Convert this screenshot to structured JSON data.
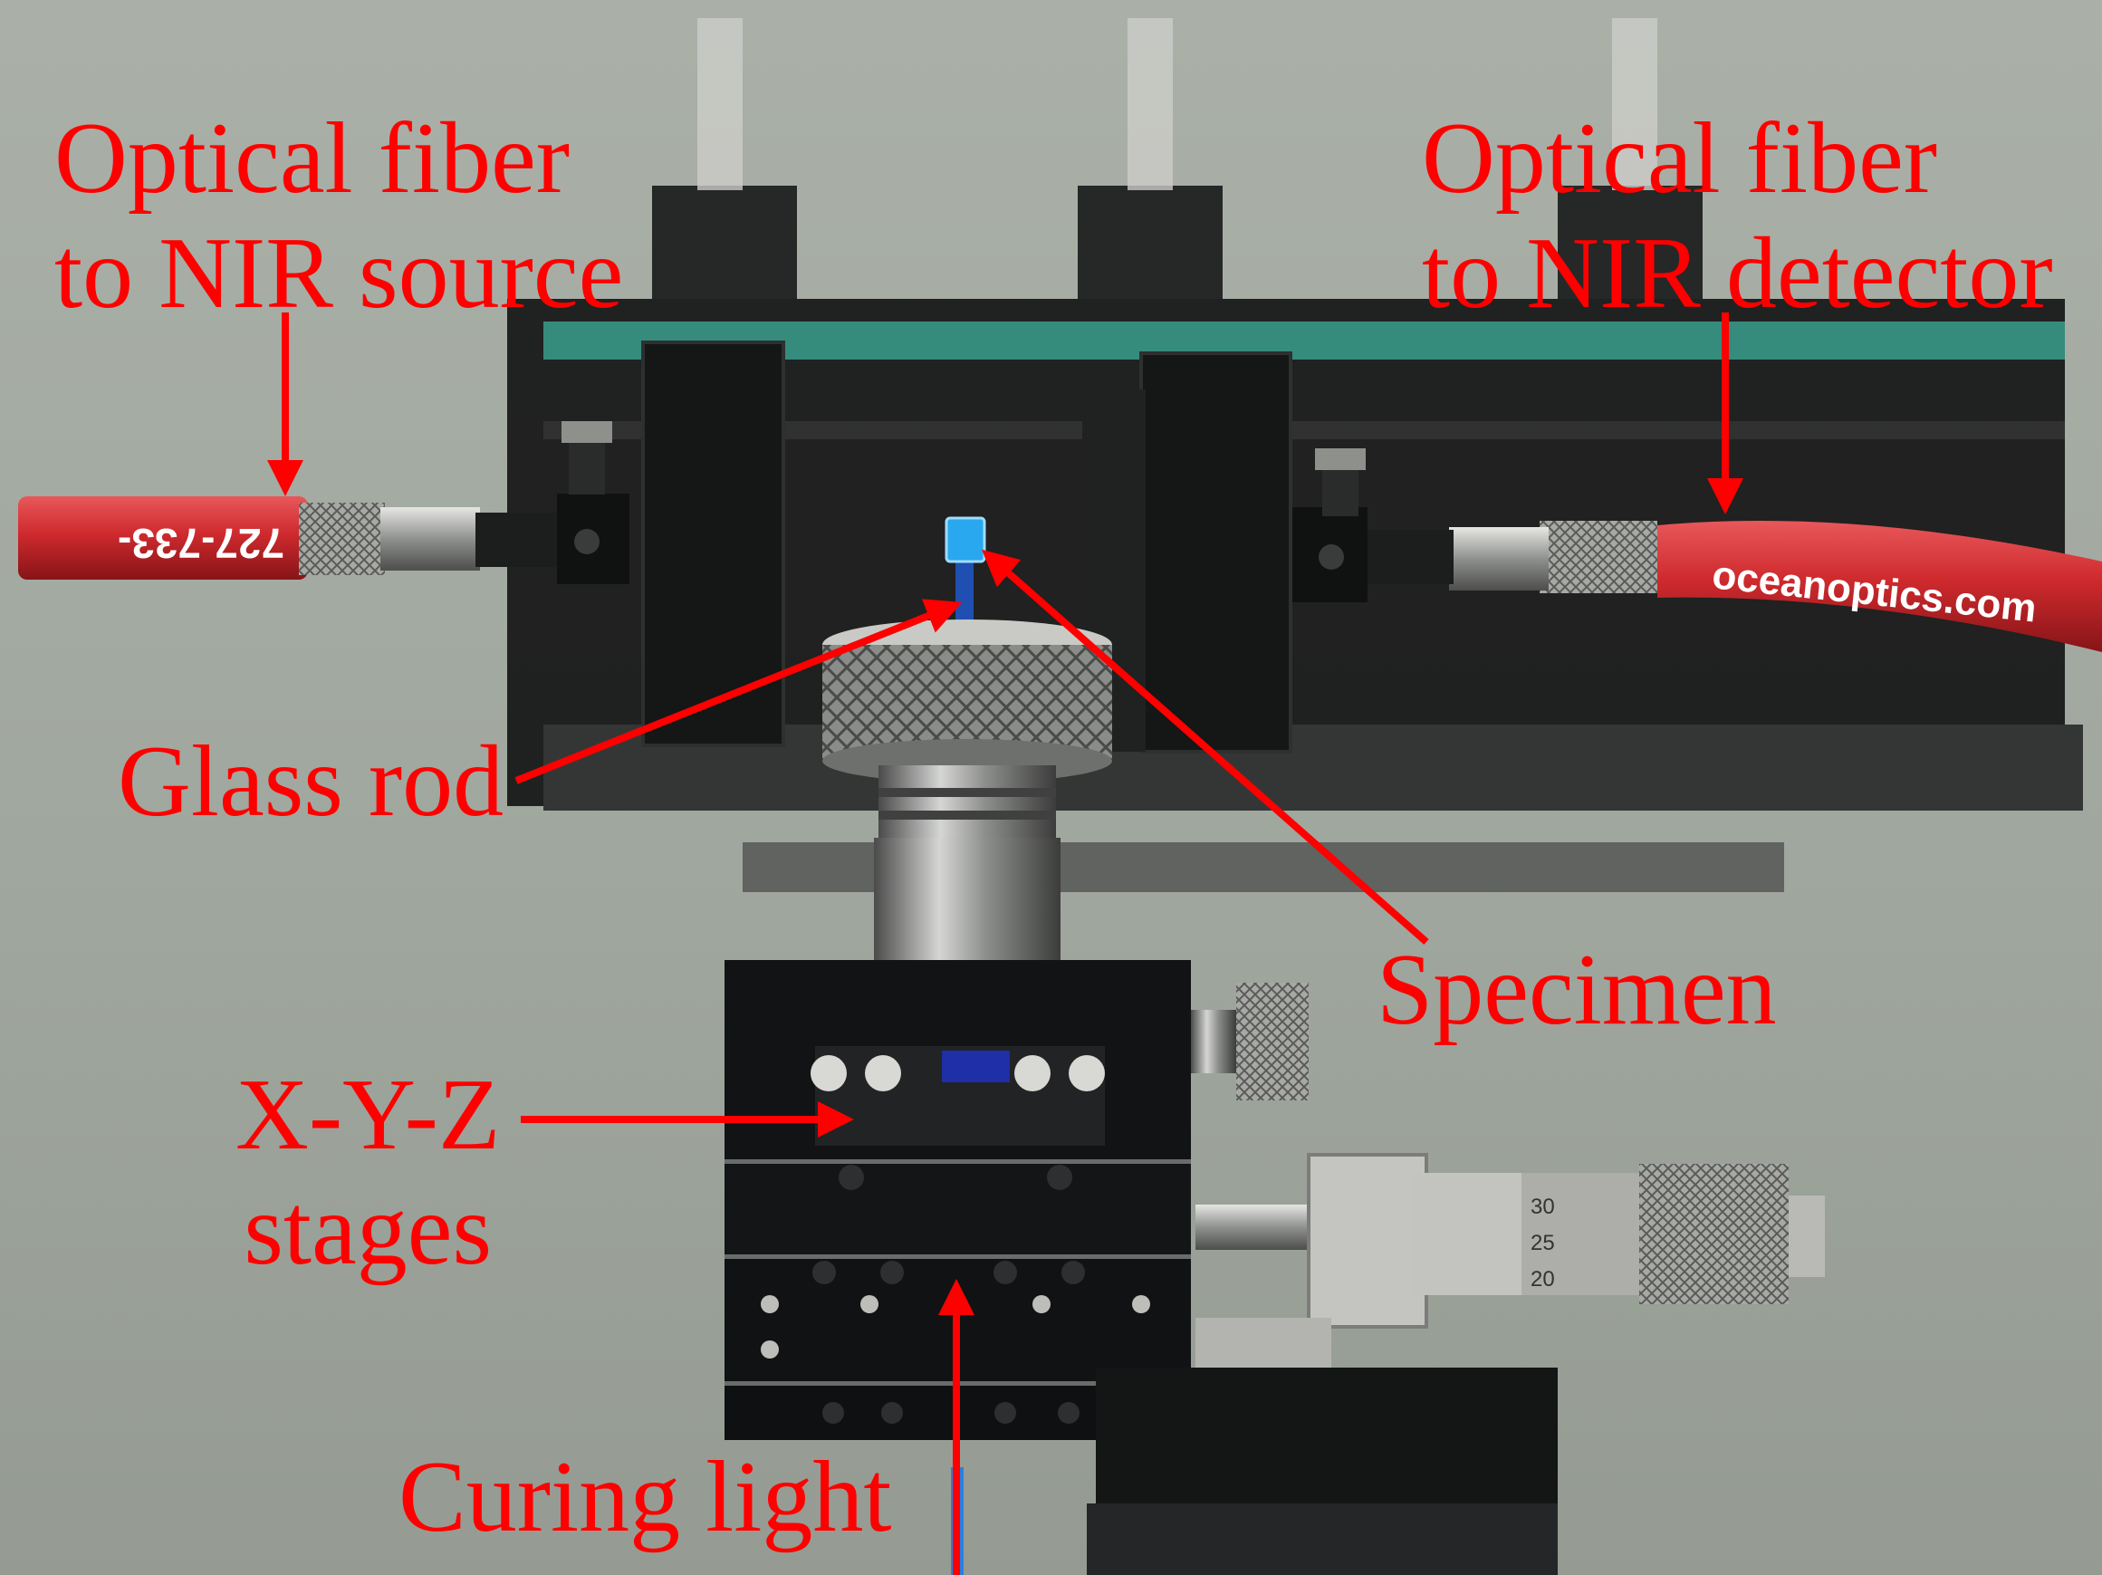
{
  "colors": {
    "annotation": "#ff0000",
    "wall": "#9fa69d",
    "fiber_jacket": "#cf2a2e",
    "specimen": "#2aa8ef",
    "stage_black": "#121314",
    "steel": "#9a9c9a"
  },
  "fiber_left": {
    "label_lines": [
      "Optical fiber",
      "to NIR source"
    ],
    "jacket_text": "727-733-"
  },
  "fiber_right": {
    "label_lines": [
      "Optical fiber",
      "to NIR detector"
    ],
    "jacket_text": "oceanoptics.com"
  },
  "glass_rod": {
    "label": "Glass rod"
  },
  "specimen": {
    "label": "Specimen"
  },
  "stages": {
    "label_lines": [
      "X-Y-Z",
      "stages"
    ]
  },
  "curing_light": {
    "label": "Curing light"
  },
  "micrometer": {
    "scale_ticks": [
      "30",
      "25",
      "20"
    ]
  }
}
